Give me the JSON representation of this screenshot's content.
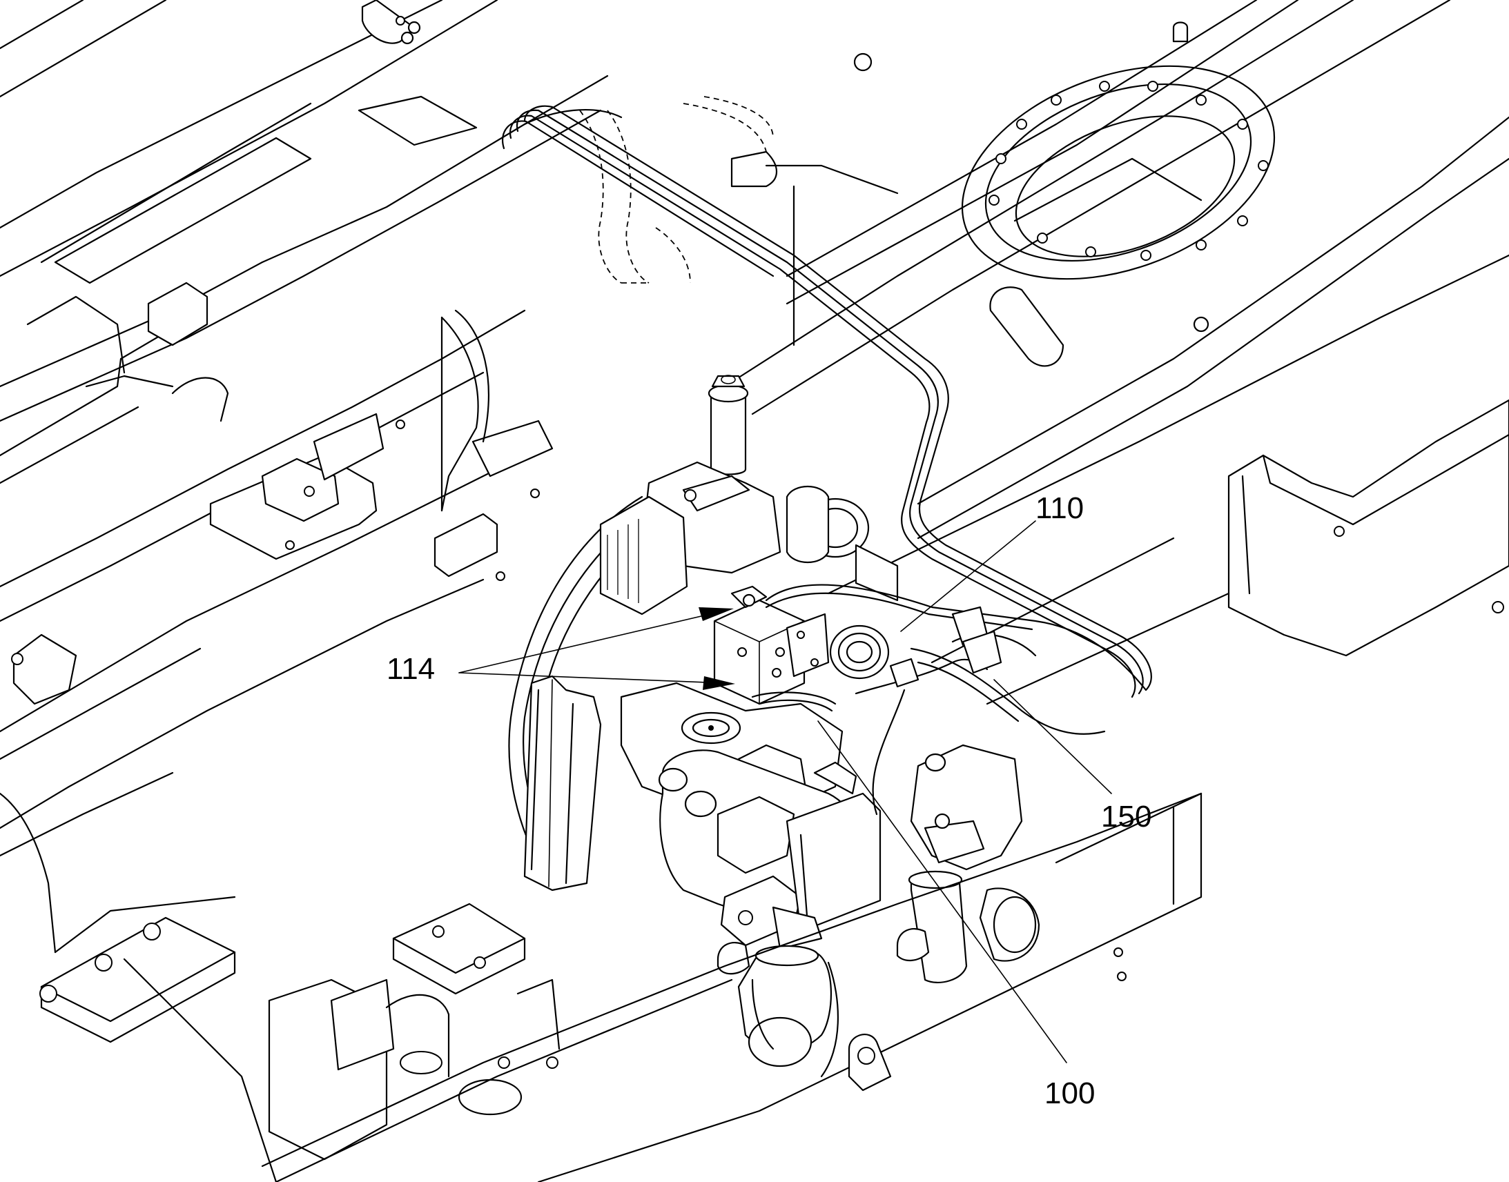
{
  "figure": {
    "reference_numerals": [
      {
        "id": "110",
        "text": "110"
      },
      {
        "id": "114",
        "text": "114"
      },
      {
        "id": "150",
        "text": "150"
      },
      {
        "id": "100",
        "text": "100"
      }
    ]
  }
}
